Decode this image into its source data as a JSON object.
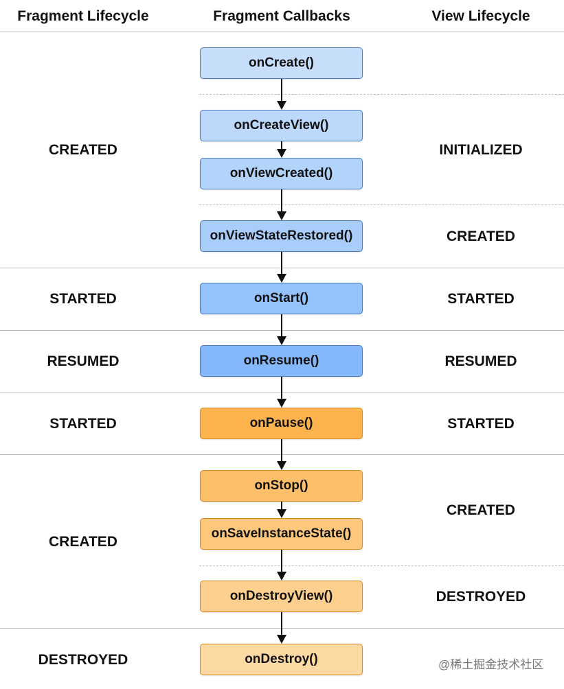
{
  "headers": {
    "fragment_lifecycle": "Fragment Lifecycle",
    "fragment_callbacks": "Fragment Callbacks",
    "view_lifecycle": "View Lifecycle"
  },
  "fragment_states": {
    "created_1": "CREATED",
    "started_1": "STARTED",
    "resumed": "RESUMED",
    "started_2": "STARTED",
    "created_2": "CREATED",
    "destroyed": "DESTROYED"
  },
  "view_states": {
    "initialized": "INITIALIZED",
    "created_1": "CREATED",
    "started_1": "STARTED",
    "resumed": "RESUMED",
    "started_2": "STARTED",
    "created_2": "CREATED",
    "destroyed": "DESTROYED"
  },
  "callbacks": {
    "on_create": "onCreate()",
    "on_create_view": "onCreateView()",
    "on_view_created": "onViewCreated()",
    "on_view_state_restored": "onViewStateRestored()",
    "on_start": "onStart()",
    "on_resume": "onResume()",
    "on_pause": "onPause()",
    "on_stop": "onStop()",
    "on_save_instance_state": "onSaveInstanceState()",
    "on_destroy_view": "onDestroyView()",
    "on_destroy": "onDestroy()"
  },
  "colors": {
    "on_create": "#c6defa",
    "on_create_view": "#bcd8fa",
    "on_view_created": "#b2d3fa",
    "on_view_state_restored": "#a8cdfa",
    "on_start": "#95c2fb",
    "on_resume": "#84b8fb",
    "on_pause": "#fdb44f",
    "on_stop": "#fdbf6a",
    "on_save_instance_state": "#fdc77c",
    "on_destroy_view": "#fdd08f",
    "on_destroy": "#fdd9a3",
    "blue_border": "#4a7bc2",
    "orange_border": "#d98a1f"
  },
  "watermark": "@稀土掘金技术社区"
}
